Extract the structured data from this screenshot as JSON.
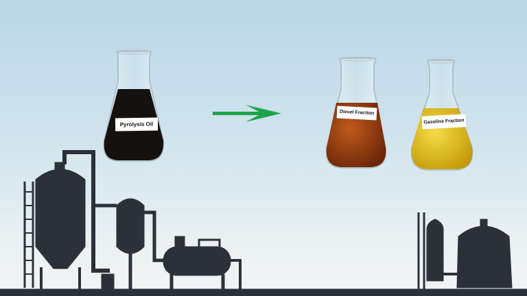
{
  "labels": {
    "input": "Pyrolysis Oil",
    "output_1": "Diesel Fraction",
    "output_2": "Gasoline Fraction"
  },
  "colors": {
    "arrow": "#1fa34a",
    "pyrolysis_oil": "#15110e",
    "diesel": "#8a3a0c",
    "gasoline": "#d8b514",
    "silhouette": "#2b3138"
  },
  "icons": [
    "flask-icon",
    "arrow-right-icon",
    "refinery-silhouette"
  ]
}
